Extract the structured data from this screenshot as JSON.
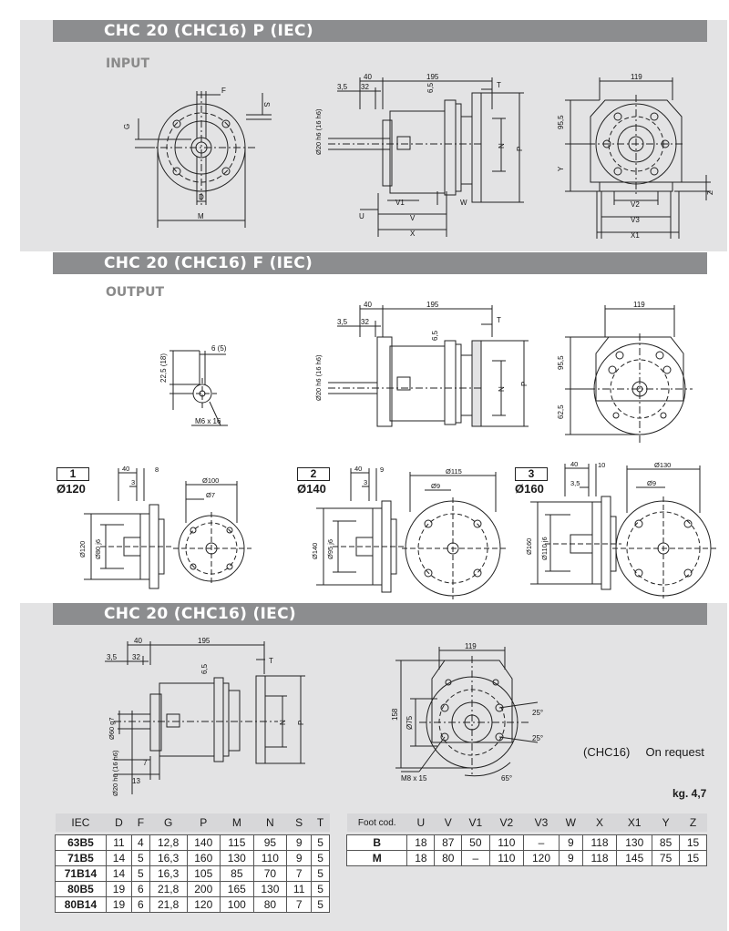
{
  "sections": {
    "p_iec": {
      "title": "CHC 20 (CHC16)  P (IEC)",
      "subtitle": "INPUT"
    },
    "f_iec": {
      "title": "CHC 20 (CHC16)  F (IEC)",
      "subtitle": "OUTPUT"
    },
    "iec": {
      "title": "CHC 20 (CHC16)  (IEC)"
    }
  },
  "drawings": {
    "input_front": {
      "f": "F",
      "s": "S",
      "g": "G",
      "d": "D",
      "m": "M"
    },
    "input_side": {
      "d40": "40",
      "d195": "195",
      "d35": "3,5",
      "d32": "32",
      "d65": "6,5",
      "t": "T",
      "shaft": "Ø20 h6 (16 h6)",
      "n": "N",
      "p": "P",
      "v1": "V1",
      "w": "W",
      "u": "U",
      "v": "V",
      "x": "X"
    },
    "input_end": {
      "d119": "119",
      "d955": "95,5",
      "y": "Y",
      "v2": "V2",
      "v3": "V3",
      "x1": "X1",
      "z": "Z"
    },
    "output_key": {
      "d6": "6 (5)",
      "d225": "22,5 (18)",
      "m6": "M6 x 16"
    },
    "output_side": {
      "d40": "40",
      "d195": "195",
      "d35": "3,5",
      "d32": "32",
      "d65": "6,5",
      "t": "T",
      "shaft": "Ø20 h6 (16 h6)",
      "n": "N",
      "p": "P"
    },
    "output_end": {
      "d119": "119",
      "d955": "95,5",
      "d625": "62,5"
    },
    "opt1": {
      "num": "1",
      "dia": "Ø120",
      "d40": "40",
      "d8": "8",
      "d3": "3",
      "pcd": "Ø100",
      "hole": "Ø7",
      "flange": "Ø120",
      "spigot": "Ø80 j6"
    },
    "opt2": {
      "num": "2",
      "dia": "Ø140",
      "d40": "40",
      "d9": "9",
      "d3": "3",
      "pcd": "Ø115",
      "hole": "Ø9",
      "flange": "Ø140",
      "spigot": "Ø95 j6"
    },
    "opt3": {
      "num": "3",
      "dia": "Ø160",
      "d40": "40",
      "d10": "10",
      "d35": "3,5",
      "pcd": "Ø130",
      "hole": "Ø9",
      "flange": "Ø160",
      "spigot": "Ø110 j6"
    },
    "iec_side": {
      "d40": "40",
      "d195": "195",
      "d35": "3,5",
      "d32": "32",
      "d65": "6,5",
      "t": "T",
      "n": "N",
      "p": "P",
      "spigot": "Ø60 g7",
      "shaft": "Ø20 h6 (16 h6)",
      "d7": "7",
      "d13": "13"
    },
    "iec_end": {
      "d119": "119",
      "d158": "158",
      "d75": "Ø75",
      "a1": "25°",
      "a2": "25°",
      "a3": "65°",
      "m8": "M8 x 15"
    }
  },
  "note": {
    "model": "(CHC16)",
    "text": "On request"
  },
  "weight": "kg. 4,7",
  "iec_table": {
    "headers": [
      "IEC",
      "D",
      "F",
      "G",
      "P",
      "M",
      "N",
      "S",
      "T"
    ],
    "rows": [
      [
        "63B5",
        "11",
        "4",
        "12,8",
        "140",
        "115",
        "95",
        "9",
        "5"
      ],
      [
        "71B5",
        "14",
        "5",
        "16,3",
        "160",
        "130",
        "110",
        "9",
        "5"
      ],
      [
        "71B14",
        "14",
        "5",
        "16,3",
        "105",
        "85",
        "70",
        "7",
        "5"
      ],
      [
        "80B5",
        "19",
        "6",
        "21,8",
        "200",
        "165",
        "130",
        "11",
        "5"
      ],
      [
        "80B14",
        "19",
        "6",
        "21,8",
        "120",
        "100",
        "80",
        "7",
        "5"
      ]
    ]
  },
  "foot_table": {
    "headers": [
      "Foot cod.",
      "U",
      "V",
      "V1",
      "V2",
      "V3",
      "W",
      "X",
      "X1",
      "Y",
      "Z"
    ],
    "rows": [
      [
        "B",
        "18",
        "87",
        "50",
        "110",
        "–",
        "9",
        "118",
        "130",
        "85",
        "15"
      ],
      [
        "M",
        "18",
        "80",
        "–",
        "110",
        "120",
        "9",
        "118",
        "145",
        "75",
        "15"
      ]
    ]
  }
}
